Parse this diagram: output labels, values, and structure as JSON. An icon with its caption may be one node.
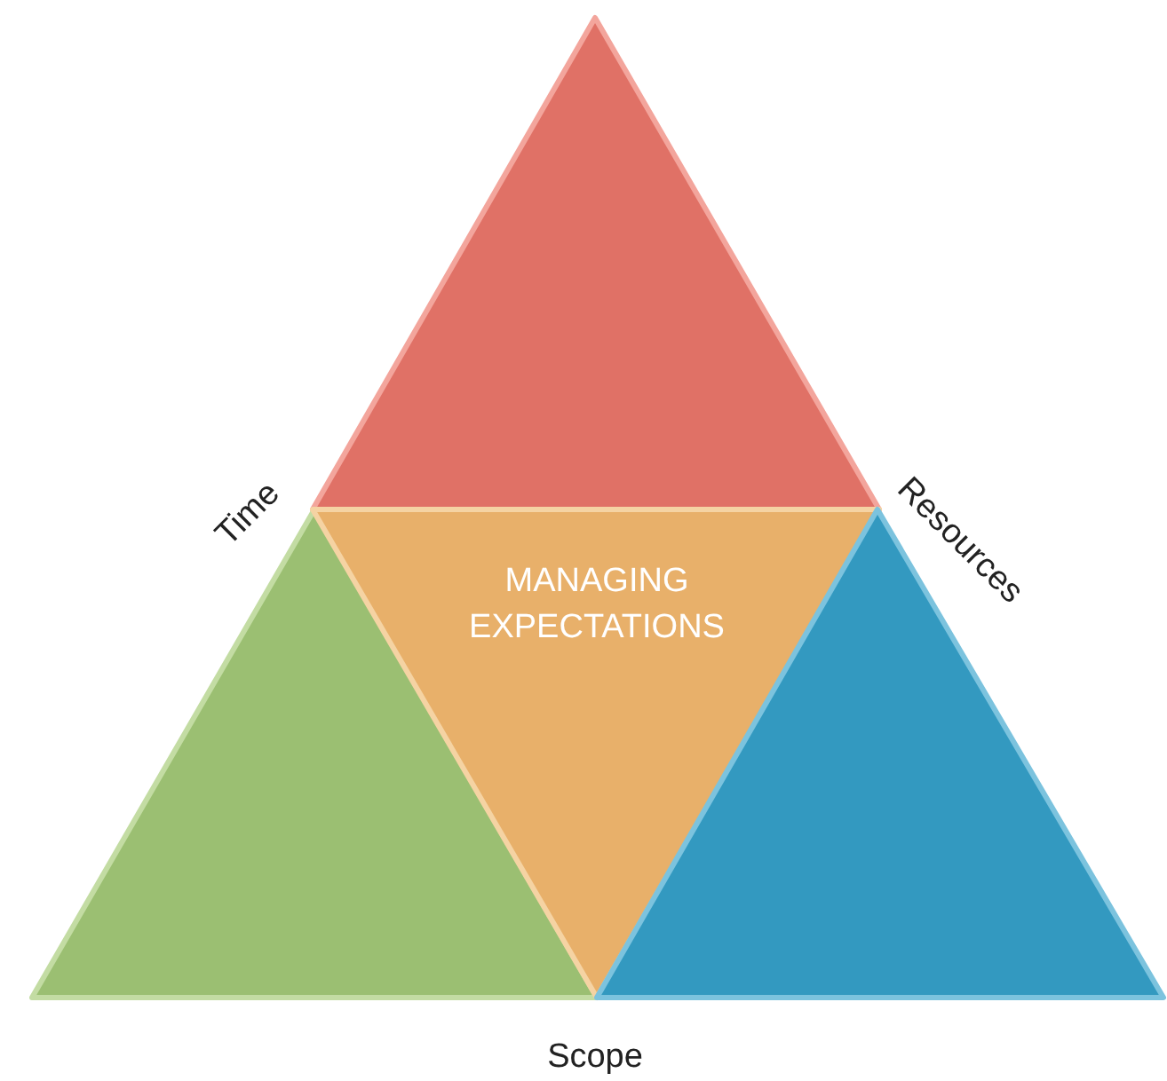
{
  "diagram": {
    "nodes": [
      {
        "text": [],
        "shape": "triangle"
      },
      {
        "text": [],
        "shape": "triangle"
      },
      {
        "text": [
          "MANAGING EXPECTATIONS"
        ]
      },
      {
        "text": [],
        "shape": "triangle"
      }
    ],
    "labels": [
      "Time",
      "Resources",
      "Scope"
    ]
  }
}
